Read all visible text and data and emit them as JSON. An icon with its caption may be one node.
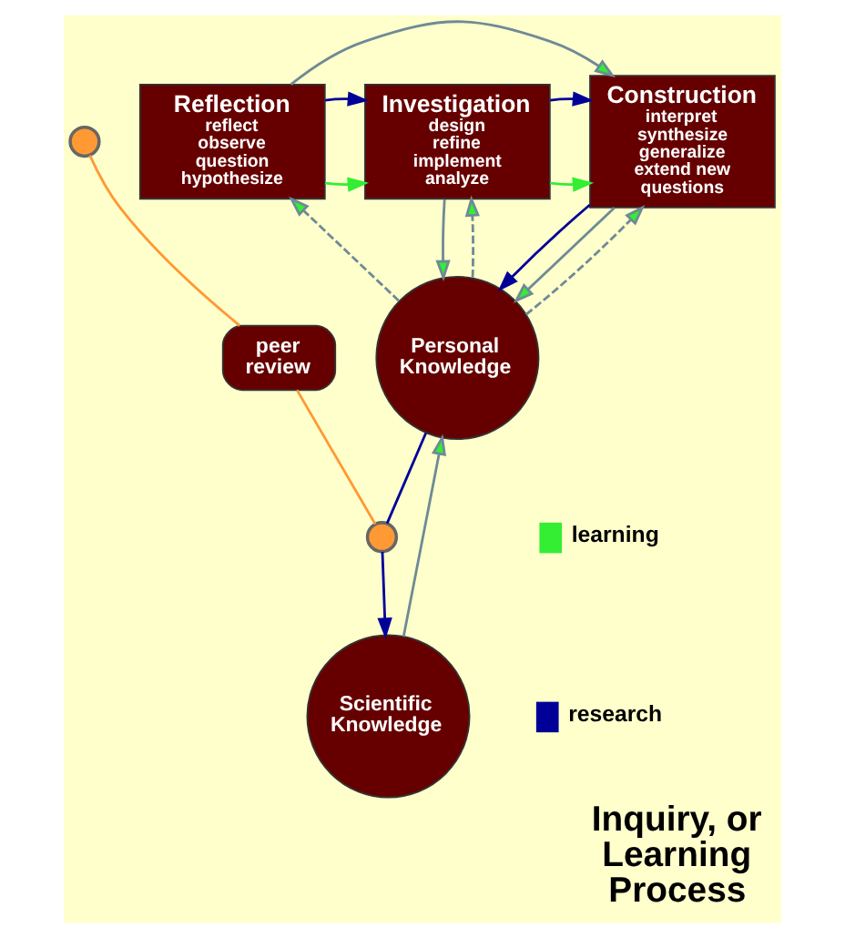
{
  "diagram": {
    "title": "Inquiry, or Learning Process",
    "nodes": [
      {
        "text": [
          "Reflection",
          "reflect observe question hypothesize"
        ]
      },
      {
        "text": [
          "Investigation",
          "design refine implement analyze"
        ]
      },
      {
        "text": [
          "Construction",
          "interpret synthesize generalize extend new questions"
        ]
      },
      {
        "text": [
          "Personal Knowledge"
        ]
      },
      {
        "text": [
          "peer review"
        ]
      },
      {
        "text": [
          "Scientific Knowledge"
        ]
      },
      {
        "text": [],
        "shape": "circle"
      },
      {
        "text": [],
        "shape": "circle"
      }
    ],
    "edges": [
      {
        "from": 0,
        "to": 2,
        "arrow": "to"
      },
      {
        "from": 0,
        "to": 1,
        "arrow": "to",
        "color": "#33ee33"
      },
      {
        "from": 0,
        "to": 1,
        "arrow": "to",
        "color": "#000099"
      },
      {
        "from": 1,
        "to": 2,
        "arrow": "to",
        "color": "#33ee33"
      },
      {
        "from": 1,
        "to": 2,
        "arrow": "to",
        "color": "#000099"
      },
      {
        "from": 1,
        "to": 3,
        "arrow": "to"
      },
      {
        "from": 2,
        "to": 3,
        "arrow": "to",
        "color": "#000099"
      },
      {
        "from": 2,
        "to": 3,
        "arrow": "to"
      },
      {
        "from": 3,
        "to": 0,
        "arrow": "to",
        "style": "dashed"
      },
      {
        "from": 3,
        "to": 1,
        "arrow": "to",
        "style": "dashed"
      },
      {
        "from": 3,
        "to": 2,
        "arrow": "to",
        "style": "dashed"
      },
      {
        "from": 6,
        "to": 4,
        "arrow": "none",
        "color": "#ff9933"
      },
      {
        "from": 4,
        "to": 7,
        "arrow": "none",
        "color": "#ff9933"
      },
      {
        "from": 3,
        "to": 7,
        "arrow": "none",
        "color": "#000099"
      },
      {
        "from": 7,
        "to": 5,
        "arrow": "to",
        "color": "#000099"
      },
      {
        "from": 5,
        "to": 3,
        "arrow": "to"
      }
    ],
    "legend": [
      {
        "text": "learning",
        "color": "#33ee33"
      },
      {
        "text": "research",
        "color": "#000099"
      }
    ]
  }
}
